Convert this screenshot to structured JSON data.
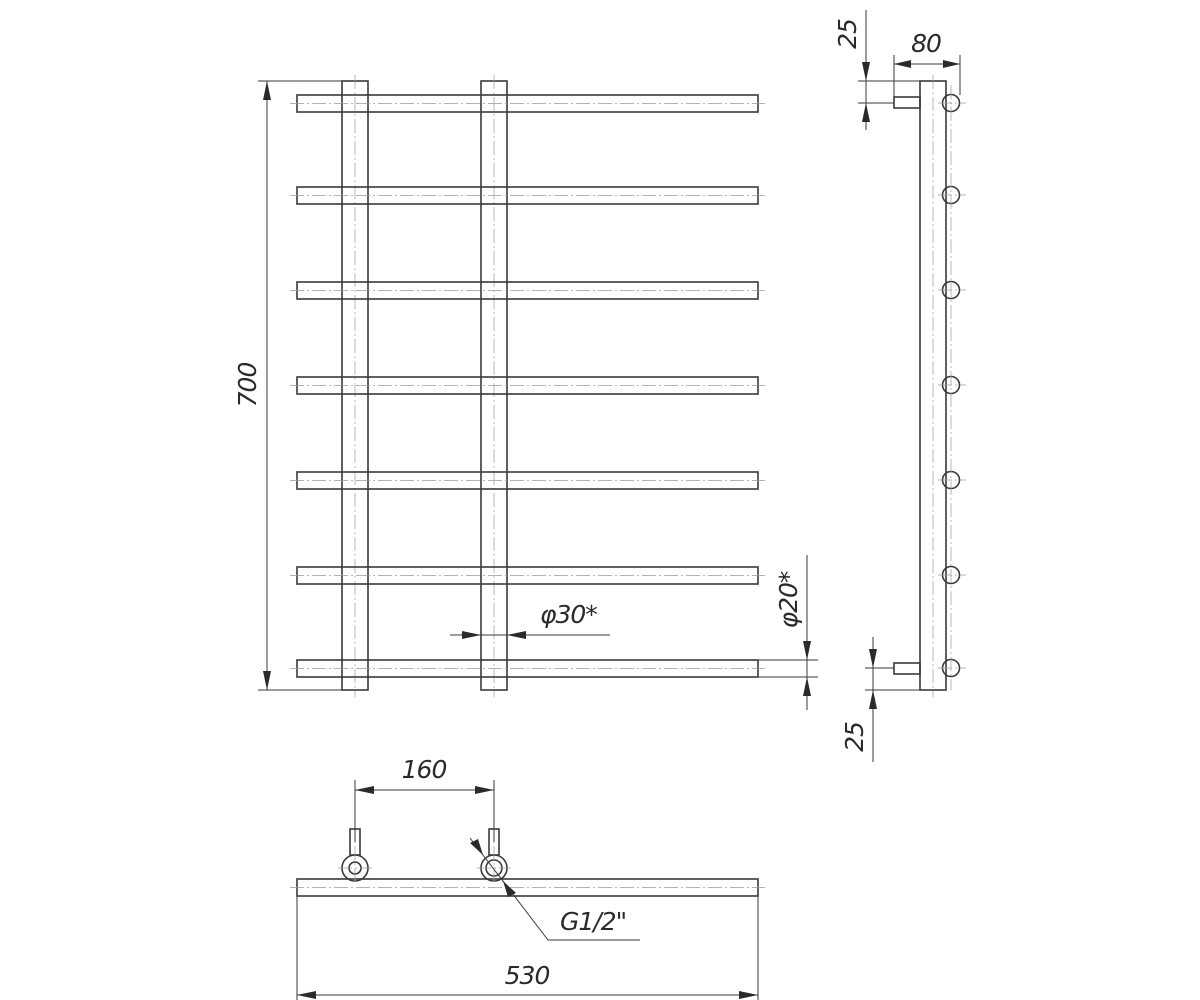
{
  "drawing": {
    "dimensions": {
      "height_total": "700",
      "side_depth": "80",
      "top_offset": "25",
      "bottom_offset": "25",
      "vertical_pipe_diameter": "φ30*",
      "horizontal_pipe_diameter": "φ20*",
      "connection_spacing": "160",
      "total_width": "530",
      "thread": "G1/2\""
    }
  }
}
